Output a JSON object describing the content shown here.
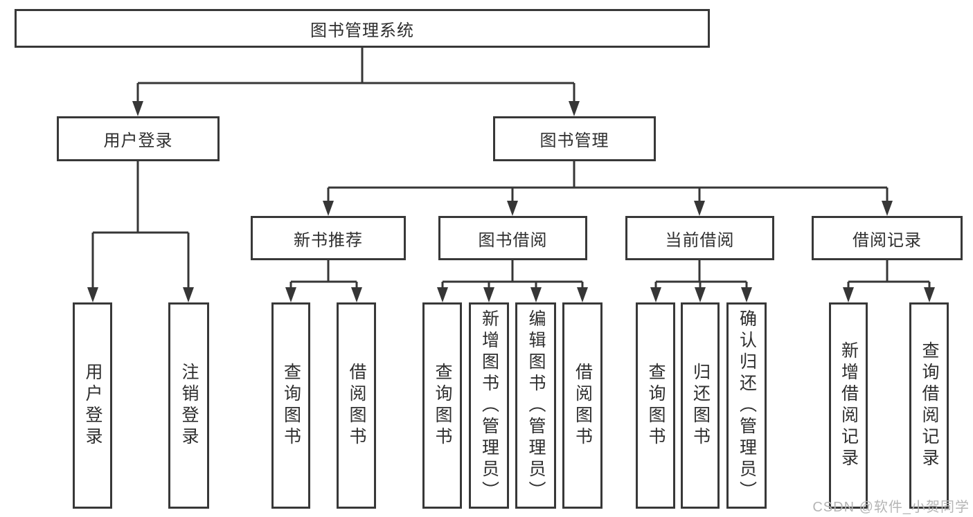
{
  "colors": {
    "line": "#363636",
    "box_border": "#383838",
    "text": "#2e2e2e",
    "watermark": "#b5b5b5",
    "background": "#ffffff"
  },
  "watermark": "CSDN @软件_小贺同学",
  "diagram": {
    "root": "图书管理系统",
    "branches": [
      {
        "label": "用户登录",
        "children": [
          "用户登录",
          "注销登录"
        ]
      },
      {
        "label": "图书管理",
        "groups": [
          {
            "label": "新书推荐",
            "children": [
              "查询图书",
              "借阅图书"
            ]
          },
          {
            "label": "图书借阅",
            "children": [
              "查询图书",
              "新增图书（管理员）",
              "编辑图书（管理员）",
              "借阅图书"
            ]
          },
          {
            "label": "当前借阅",
            "children": [
              "查询图书",
              "归还图书",
              "确认归还（管理员）"
            ]
          },
          {
            "label": "借阅记录",
            "children": [
              "新增借阅记录",
              "查询借阅记录"
            ]
          }
        ]
      }
    ]
  }
}
